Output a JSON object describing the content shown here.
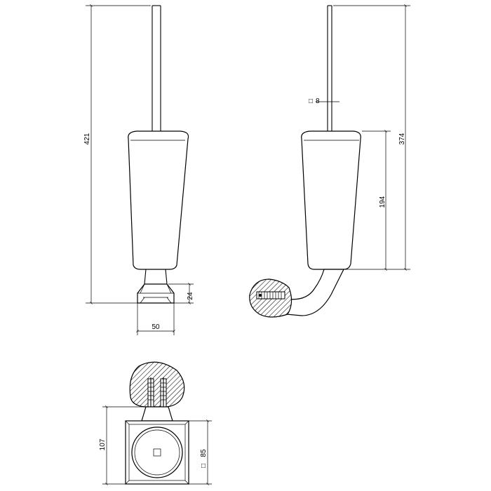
{
  "dimensions": {
    "total_height_front": "421",
    "base_height": "24",
    "base_width": "50",
    "handle_section_prefix": "□",
    "handle_section_value": "8",
    "total_height_side": "374",
    "container_height": "194",
    "plan_depth": "107",
    "plan_square_prefix": "□",
    "plan_square_value": "85"
  }
}
